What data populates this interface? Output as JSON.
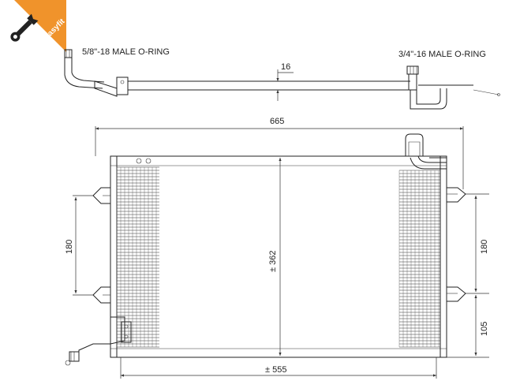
{
  "brand": {
    "logo_text": "easyfit",
    "logo_color": "#f0932b",
    "icon": "wrench-icon"
  },
  "fittings": {
    "left": "5/8\"-18 MALE O-RING",
    "right": "3/4\"-16 MALE O-RING"
  },
  "dimensions": {
    "pipe_diameter": "16",
    "overall_width": "665",
    "core_width": "± 555",
    "core_height": "± 362",
    "left_mount_spacing": "180",
    "right_mount_spacing": "180",
    "right_bottom_offset": "105"
  }
}
